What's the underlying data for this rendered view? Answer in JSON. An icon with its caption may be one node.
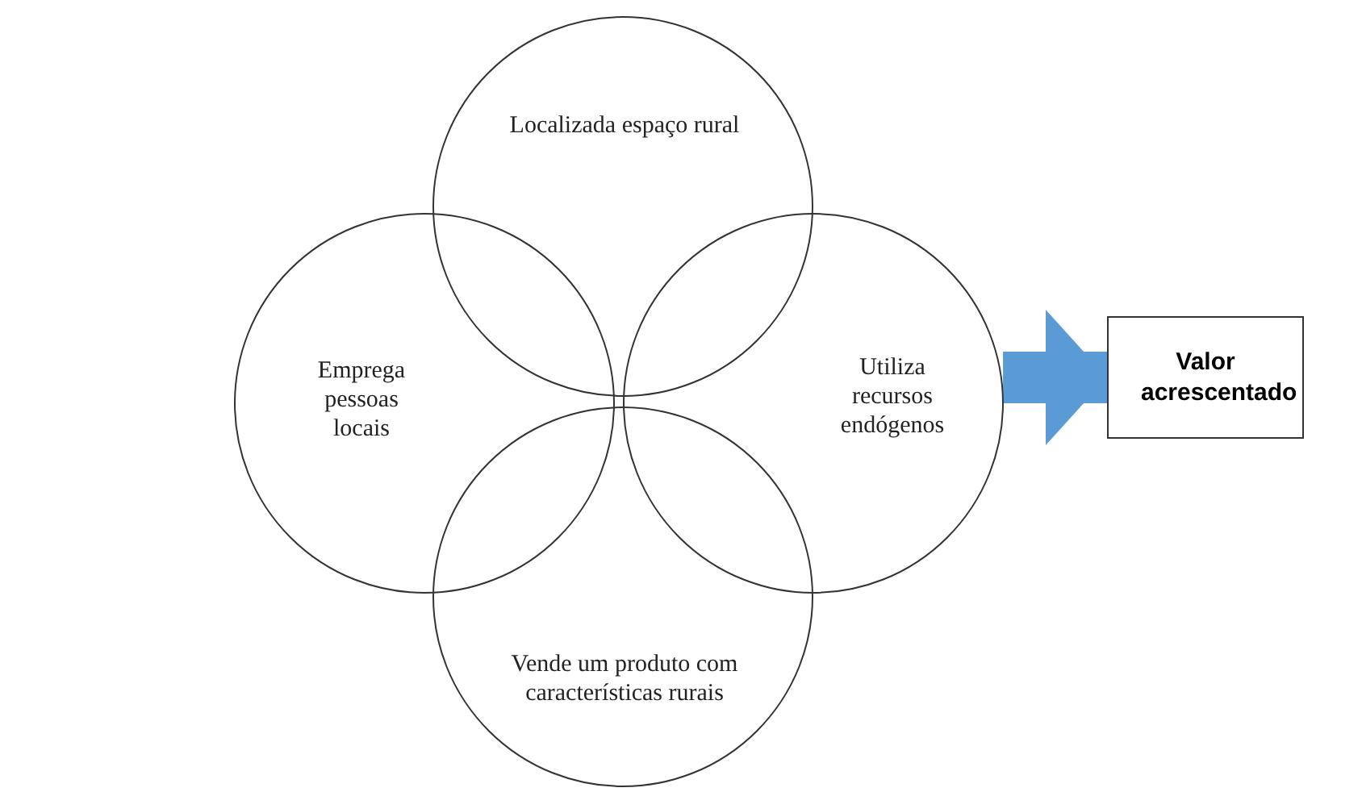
{
  "diagram": {
    "nodes": [
      {
        "text": [
          "Localizada espaço rural"
        ]
      },
      {
        "text": [
          "Emprega pessoas locais"
        ]
      },
      {
        "text": [
          "Utiliza recursos endógenos"
        ]
      },
      {
        "text": [
          "Vende um produto com características rurais"
        ]
      },
      {
        "text": [
          "Valor acrescentado"
        ]
      }
    ],
    "edges": [
      {
        "from": 2,
        "to": 4,
        "arrow": "to"
      }
    ]
  }
}
